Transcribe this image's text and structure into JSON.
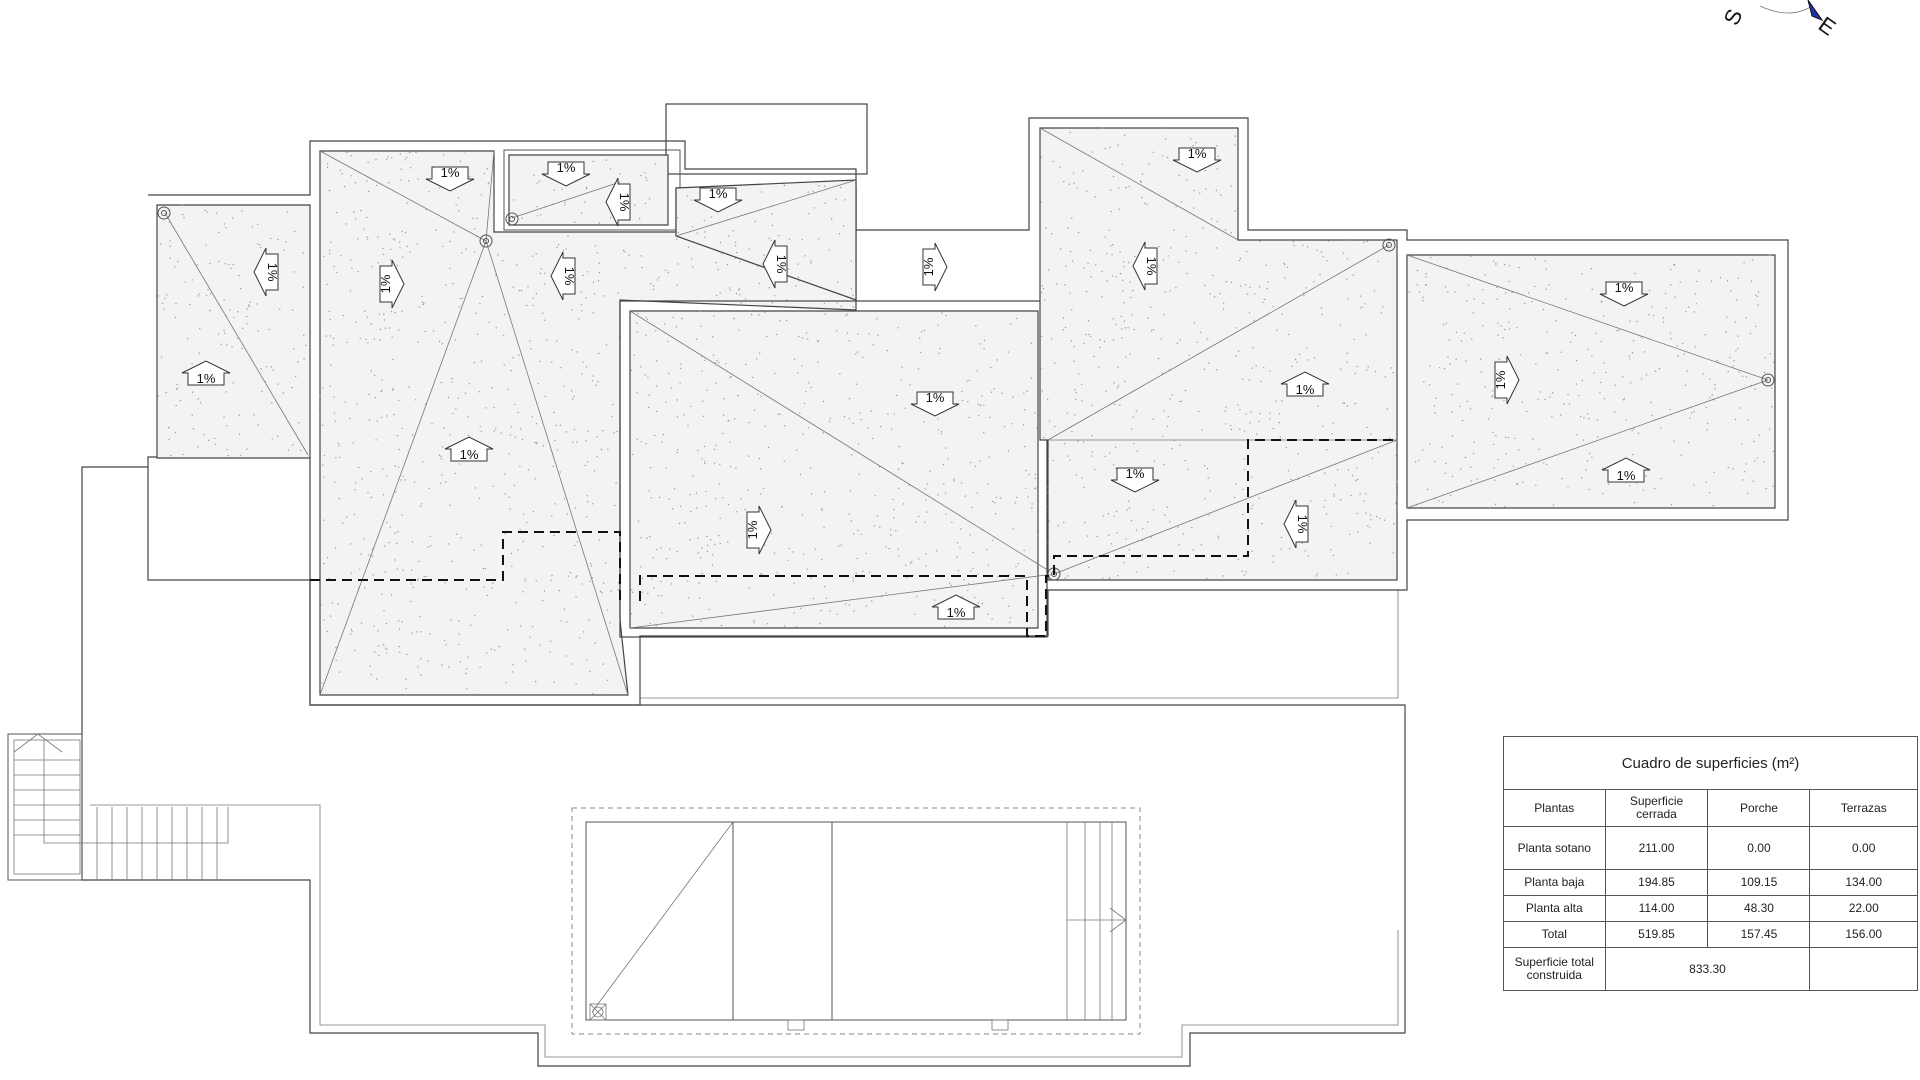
{
  "compass": {
    "south_label": "S",
    "east_label": "E"
  },
  "slope_label": "1%",
  "table": {
    "title": "Cuadro de superficies (m²)",
    "headers": [
      "Plantas",
      "Superficie cerrada",
      "Porche",
      "Terrazas"
    ],
    "rows": [
      {
        "planta": "Planta sotano",
        "cerrada": "211.00",
        "porche": "0.00",
        "terrazas": "0.00"
      },
      {
        "planta": "Planta baja",
        "cerrada": "194.85",
        "porche": "109.15",
        "terrazas": "134.00"
      },
      {
        "planta": "Planta alta",
        "cerrada": "114.00",
        "porche": "48.30",
        "terrazas": "22.00"
      },
      {
        "planta": "Total",
        "cerrada": "519.85",
        "porche": "157.45",
        "terrazas": "156.00"
      }
    ],
    "total_built_label": "Superficie total construida",
    "total_built_value": "833.30"
  }
}
